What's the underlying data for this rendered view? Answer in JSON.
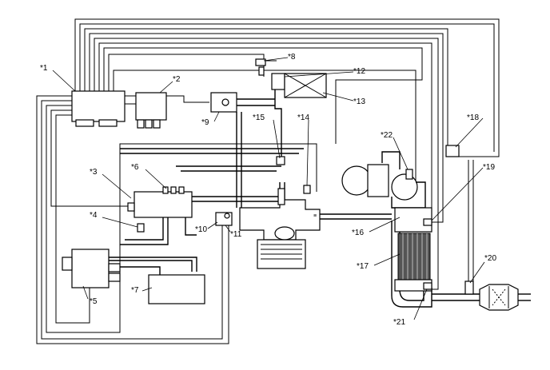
{
  "labels": {
    "l1": "*1",
    "l2": "*2",
    "l3": "*3",
    "l4": "*4",
    "l5": "*5",
    "l6": "*6",
    "l7": "*7",
    "l8": "*8",
    "l9": "*9",
    "l10": "*10",
    "l11": "*11",
    "l12": "*12",
    "l13": "*13",
    "l14": "*14",
    "l15": "*15",
    "l16": "*16",
    "l17": "*17",
    "l18": "*18",
    "l19": "*19",
    "l20": "*20",
    "l21": "*21",
    "l22": "*22"
  },
  "colors": {
    "line": "#000000",
    "background": "#ffffff",
    "filter_fill": "#555555"
  }
}
